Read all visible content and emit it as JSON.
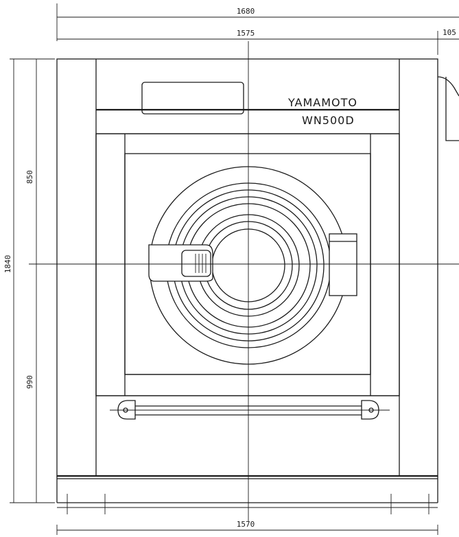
{
  "drawing": {
    "brand": "YAMAMOTO",
    "model": "WN500D"
  },
  "dimensions": {
    "overall_width": "1680",
    "body_width": "1575",
    "side_extension": "105",
    "overall_height": "1840",
    "upper_height": "850",
    "lower_height": "990",
    "base_width": "1570"
  }
}
